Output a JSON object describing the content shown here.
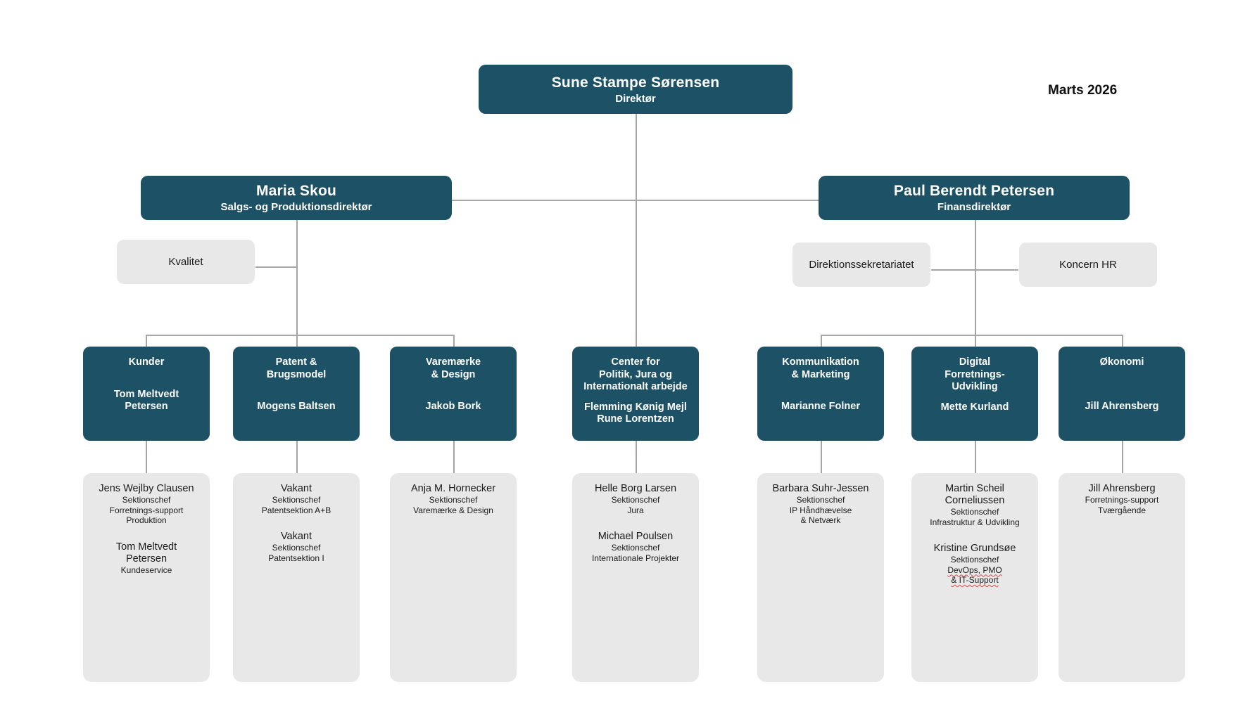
{
  "meta": {
    "date_label": "Marts 2026",
    "colors": {
      "dark_box": "#1d5165",
      "grey_box": "#e8e8e8",
      "connector": "#a6a6a6",
      "text_light": "#ffffff",
      "text_dark": "#1a1a1a",
      "spellcheck_underline": "#d94a4a"
    }
  },
  "top": {
    "name": "Sune Stampe Sørensen",
    "title": "Direktør"
  },
  "directors": [
    {
      "name": "Maria Skou",
      "title": "Salgs- og Produktionsdirektør"
    },
    {
      "name": "Paul Berendt Petersen",
      "title": "Finansdirektør"
    }
  ],
  "staff_units": [
    {
      "label": "Kvalitet"
    },
    {
      "label": "Direktionssekretariatet"
    },
    {
      "label": "Koncern HR"
    }
  ],
  "units": [
    {
      "unit_lines": [
        "Kunder"
      ],
      "people": [
        "Tom Meltvedt",
        "Petersen"
      ]
    },
    {
      "unit_lines": [
        "Patent &",
        "Brugsmodel"
      ],
      "people": [
        "Mogens Baltsen"
      ]
    },
    {
      "unit_lines": [
        "Varemærke",
        "& Design"
      ],
      "people": [
        "Jakob Bork"
      ]
    },
    {
      "unit_lines": [
        "Center for",
        "Politik, Jura og",
        "Internationalt arbejde"
      ],
      "people": [
        "Flemming Kønig Mejl",
        "Rune Lorentzen"
      ]
    },
    {
      "unit_lines": [
        "Kommunikation",
        "& Marketing"
      ],
      "people": [
        "Marianne Folner"
      ]
    },
    {
      "unit_lines": [
        "Digital",
        "Forretnings-",
        "Udvikling"
      ],
      "people": [
        "Mette Kurland"
      ]
    },
    {
      "unit_lines": [
        "Økonomi"
      ],
      "people": [
        "Jill Ahrensberg"
      ]
    }
  ],
  "panels": [
    {
      "people": [
        {
          "name": "Jens Wejlby Clausen",
          "role_lines": [
            "Sektionschef",
            "Forretnings-support",
            "Produktion"
          ]
        },
        {
          "name": "Tom Meltvedt\nPetersen",
          "role_lines": [
            "Kundeservice"
          ]
        }
      ]
    },
    {
      "people": [
        {
          "name": "Vakant",
          "role_lines": [
            "Sektionschef",
            "Patentsektion A+B"
          ]
        },
        {
          "name": "Vakant",
          "role_lines": [
            "Sektionschef",
            "Patentsektion I"
          ]
        }
      ]
    },
    {
      "people": [
        {
          "name": "Anja M. Hornecker",
          "role_lines": [
            "Sektionschef",
            "Varemærke & Design"
          ]
        }
      ]
    },
    {
      "people": [
        {
          "name": "Helle Borg Larsen",
          "role_lines": [
            "Sektionschef",
            "Jura"
          ]
        },
        {
          "name": "Michael Poulsen",
          "role_lines": [
            "Sektionschef",
            "Internationale Projekter"
          ]
        }
      ]
    },
    {
      "people": [
        {
          "name": "Barbara Suhr-Jessen",
          "role_lines": [
            "Sektionschef",
            "IP Håndhævelse",
            "& Netværk"
          ]
        }
      ]
    },
    {
      "people": [
        {
          "name": "Martin Scheil\nCorneliussen",
          "role_lines": [
            "Sektionschef",
            "Infrastruktur & Udvikling"
          ]
        },
        {
          "name": "Kristine Grundsøe",
          "role_lines": [
            "Sektionschef",
            "DevOps, PMO",
            "& IT-Support"
          ],
          "spellcheck_lines": [
            1,
            2
          ]
        }
      ]
    },
    {
      "people": [
        {
          "name": "Jill Ahrensberg",
          "role_lines": [
            "Forretnings-support",
            "Tværgående"
          ]
        }
      ]
    }
  ]
}
